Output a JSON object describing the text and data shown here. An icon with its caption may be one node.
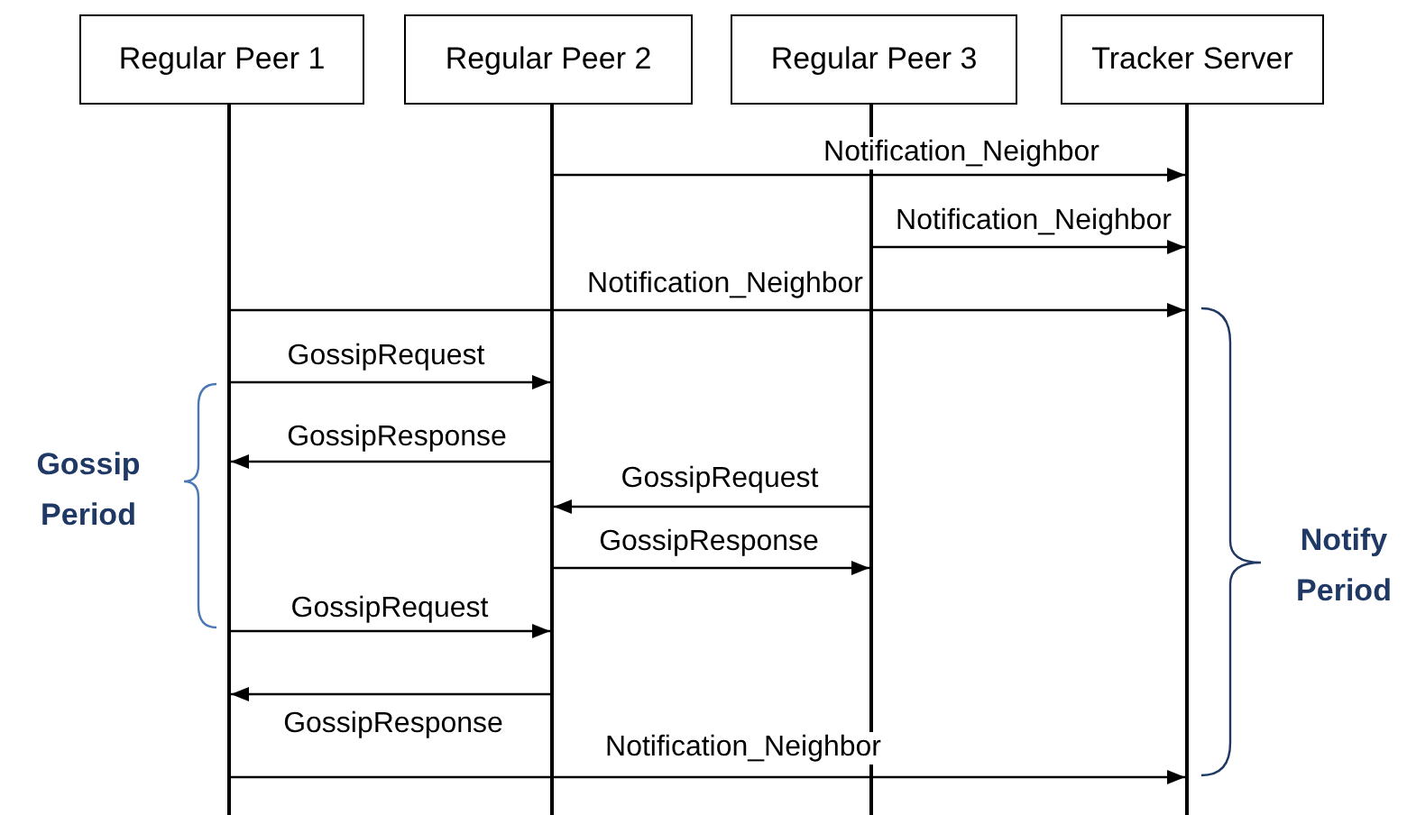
{
  "diagram": {
    "nodes": [
      {
        "text": [
          "Regular Peer 1"
        ]
      },
      {
        "text": [
          "Regular Peer 2"
        ]
      },
      {
        "text": [
          "Regular Peer 3"
        ]
      },
      {
        "text": [
          "Tracker Server"
        ]
      },
      {
        "text": [],
        "shape": "bar"
      },
      {
        "text": [],
        "shape": "bar"
      },
      {
        "text": [],
        "shape": "bar"
      },
      {
        "text": [],
        "shape": "bar"
      }
    ],
    "edges": [
      {
        "from": 5,
        "to": 7,
        "arrow": "to",
        "label": "Notification_Neighbor"
      },
      {
        "from": 6,
        "to": 7,
        "arrow": "to",
        "label": "Notification_Neighbor"
      },
      {
        "from": 4,
        "to": 7,
        "arrow": "to",
        "label": "Notification_Neighbor"
      },
      {
        "from": 4,
        "to": 5,
        "arrow": "to",
        "label": "GossipRequest"
      },
      {
        "from": 5,
        "to": 4,
        "arrow": "to",
        "label": "GossipResponse"
      },
      {
        "from": 6,
        "to": 5,
        "arrow": "to",
        "label": "GossipRequest"
      },
      {
        "from": 5,
        "to": 6,
        "arrow": "to",
        "label": "GossipResponse"
      },
      {
        "from": 4,
        "to": 5,
        "arrow": "to",
        "label": "GossipRequest"
      },
      {
        "from": 5,
        "to": 4,
        "arrow": "to",
        "label": "GossipResponse"
      },
      {
        "from": 4,
        "to": 7,
        "arrow": "to",
        "label": "Notification_Neighbor"
      }
    ],
    "labels": [
      "Gossip Period",
      "Notify Period"
    ]
  }
}
